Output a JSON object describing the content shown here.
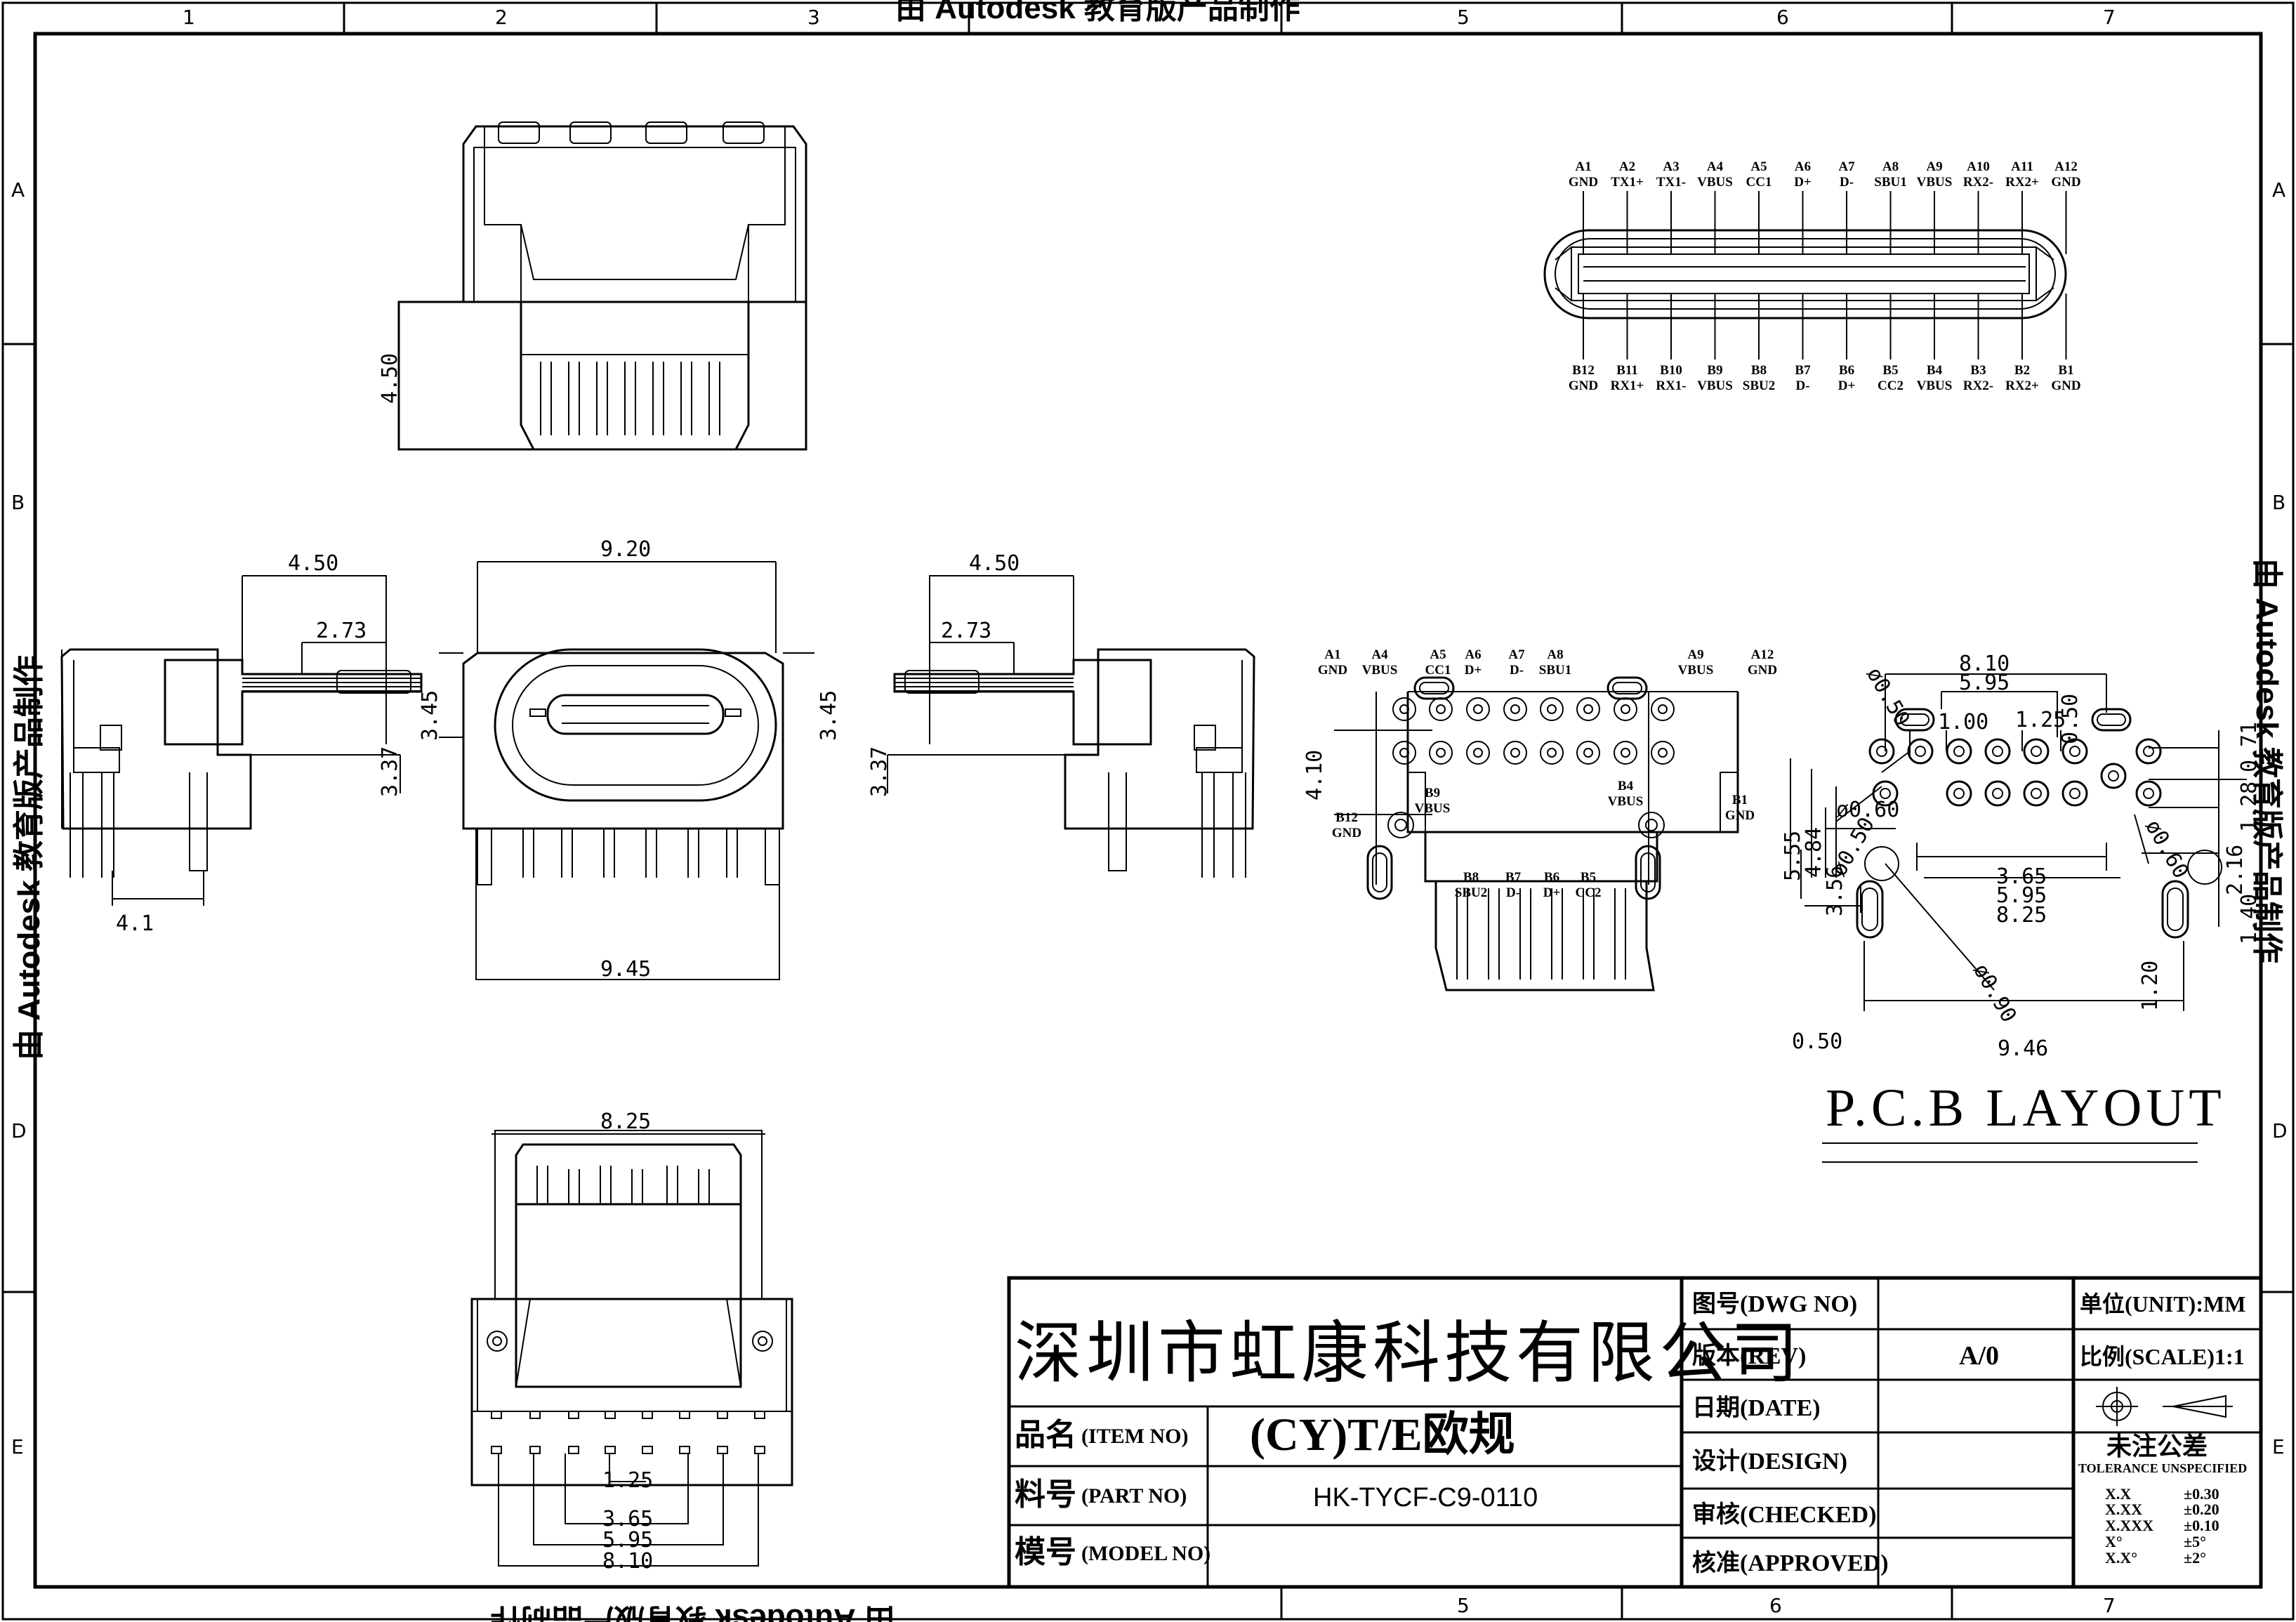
{
  "watermark": {
    "top": "由 Autodesk 教育版产品制作",
    "bottom": "由 Autodesk 教育版产品制作",
    "left": "由 Autodesk 教育版产品制作",
    "right": "由 Autodesk 教育版产品制作"
  },
  "grid_columns": [
    "1",
    "2",
    "3",
    "5",
    "6",
    "7"
  ],
  "grid_rows": [
    "A",
    "B",
    "D",
    "E"
  ],
  "bottom_columns": [
    "5",
    "6",
    "7"
  ],
  "dimensions": {
    "top_height": "4.50",
    "side_width": "4.50",
    "side_depth": "2.73",
    "side_height": "3.45",
    "side_total": "3.37",
    "side_pitch": "4.1",
    "front_width": "9.20",
    "front_h1": "3.45",
    "front_h2": "3.45",
    "front_bottom": "9.45",
    "right_width": "4.50",
    "right_depth": "2.73",
    "right_total": "3.37",
    "bottom_width": "8.25",
    "bottom_1": "1.25",
    "bottom_2": "3.65",
    "bottom_3": "5.95",
    "bottom_4": "8.10",
    "rear_height": "4.10"
  },
  "pcb": {
    "title": "P.C.B  LAYOUT",
    "d_810": "8.10",
    "d_595a": "5.95",
    "d_100": "1.00",
    "d_125": "1.25",
    "d_050a": "0.50",
    "d_071": "0.71",
    "d_128": "1.28",
    "d_216": "2.16",
    "d_140": "1.40",
    "d_120": "1.20",
    "d_050b": "0.50",
    "d_946": "9.46",
    "d_365": "3.65",
    "d_595b": "5.95",
    "d_825": "8.25",
    "d_555": "5.55",
    "d_484": "4.84",
    "d_356": "3.56",
    "phi_050a": "ø0.50",
    "phi_060a": "ø0.60",
    "phi_050b": "ø0.50",
    "phi_060b": "ø0.60",
    "phi_090": "ø0.90"
  },
  "connector_top_pins": [
    {
      "id": "A1",
      "sig": "GND"
    },
    {
      "id": "A2",
      "sig": "TX1+"
    },
    {
      "id": "A3",
      "sig": "TX1-"
    },
    {
      "id": "A4",
      "sig": "VBUS"
    },
    {
      "id": "A5",
      "sig": "CC1"
    },
    {
      "id": "A6",
      "sig": "D+"
    },
    {
      "id": "A7",
      "sig": "D-"
    },
    {
      "id": "A8",
      "sig": "SBU1"
    },
    {
      "id": "A9",
      "sig": "VBUS"
    },
    {
      "id": "A10",
      "sig": "RX2-"
    },
    {
      "id": "A11",
      "sig": "RX2+"
    },
    {
      "id": "A12",
      "sig": "GND"
    }
  ],
  "connector_bottom_pins": [
    {
      "id": "B12",
      "sig": "GND"
    },
    {
      "id": "B11",
      "sig": "RX1+"
    },
    {
      "id": "B10",
      "sig": "RX1-"
    },
    {
      "id": "B9",
      "sig": "VBUS"
    },
    {
      "id": "B8",
      "sig": "SBU2"
    },
    {
      "id": "B7",
      "sig": "D-"
    },
    {
      "id": "B6",
      "sig": "D+"
    },
    {
      "id": "B5",
      "sig": "CC2"
    },
    {
      "id": "B4",
      "sig": "VBUS"
    },
    {
      "id": "B3",
      "sig": "RX2-"
    },
    {
      "id": "B2",
      "sig": "RX2+"
    },
    {
      "id": "B1",
      "sig": "GND"
    }
  ],
  "rear_labels_top": [
    {
      "id": "A1",
      "sig": "GND"
    },
    {
      "id": "A4",
      "sig": "VBUS"
    },
    {
      "id": "A5",
      "sig": "CC1"
    },
    {
      "id": "A6",
      "sig": "D+"
    },
    {
      "id": "A7",
      "sig": "D-"
    },
    {
      "id": "A8",
      "sig": "SBU1"
    },
    {
      "id": "A9",
      "sig": "VBUS"
    },
    {
      "id": "A12",
      "sig": "GND"
    }
  ],
  "rear_labels_bottom": [
    {
      "id": "B12",
      "sig": "GND"
    },
    {
      "id": "B9",
      "sig": "VBUS"
    },
    {
      "id": "B8",
      "sig": "SBU2"
    },
    {
      "id": "B7",
      "sig": "D-"
    },
    {
      "id": "B6",
      "sig": "D+"
    },
    {
      "id": "B5",
      "sig": "CC2"
    },
    {
      "id": "B4",
      "sig": "VBUS"
    },
    {
      "id": "B1",
      "sig": "GND"
    }
  ],
  "title_block": {
    "company": "深圳市虹康科技有限公司",
    "item_label_cn": "品名",
    "item_label_en": "(ITEM NO)",
    "item_value": "(CY)T/E欧规",
    "part_label_cn": "料号",
    "part_label_en": "(PART NO)",
    "part_value": "HK-TYCF-C9-0110",
    "model_label_cn": "模号",
    "model_label_en": "(MODEL NO)",
    "model_value": "",
    "dwg_label": "图号(DWG NO)",
    "rev_label": "版本(REV)",
    "rev_value": "A/0",
    "date_label": "日期(DATE)",
    "design_label": "设计(DESIGN)",
    "checked_label": "审核(CHECKED)",
    "approved_label": "核准(APPROVED)",
    "unit_label": "单位(UNIT):MM",
    "scale_label": "比例(SCALE)1:1",
    "tol_title": "未注公差",
    "tol_subtitle": "TOLERANCE UNSPECIFIED",
    "tolerances": [
      {
        "k": "X.X",
        "v": "±0.30"
      },
      {
        "k": "X.XX",
        "v": "±0.20"
      },
      {
        "k": "X.XXX",
        "v": "±0.10"
      },
      {
        "k": "X°",
        "v": "±5°"
      },
      {
        "k": "X.X°",
        "v": "±2°"
      }
    ]
  }
}
